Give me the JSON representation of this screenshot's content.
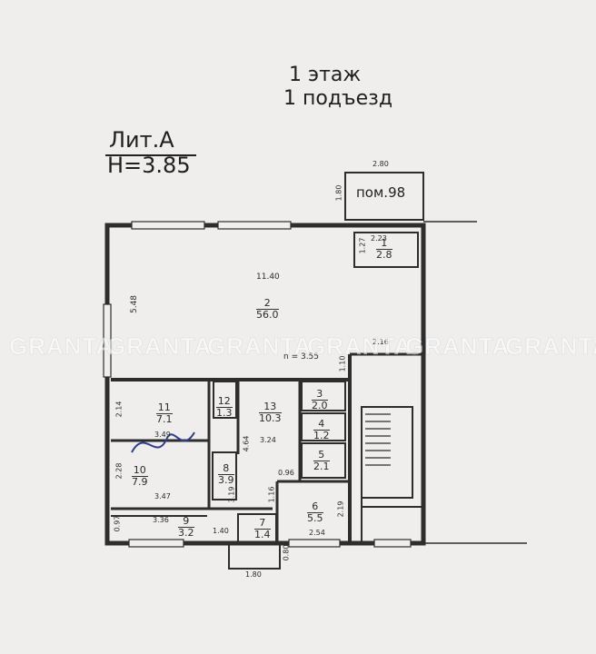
{
  "header": {
    "floor": "1 этаж",
    "entrance": "1 подъезд",
    "lit": "Лит.А",
    "height": "H=3.85"
  },
  "watermark": "GRANTA",
  "dimensions": {
    "top_width": "2.80",
    "top_height": "1.80",
    "room98": "пом.98",
    "r1_w": "2.23",
    "r1_h": "1.27",
    "r2_w": "11.40",
    "r2_h": "5.48",
    "ceiling": "n = 3.55",
    "corr_h": "1.10",
    "small_h": "2.16",
    "r11_h": "2.14",
    "r11_w": "3.49",
    "r10_h": "2.28",
    "r10_w": "3.47",
    "r13_len": "4.64",
    "r13_w": "3.24",
    "r9_w": "3.36",
    "r9_h": "0.97",
    "d_140": "1.40",
    "d_319": "3.19",
    "d_116": "1.16",
    "d_096": "0.96",
    "r6_w": "2.54",
    "r6_h": "2.19",
    "bottom_h": "0.80",
    "bottom_w": "1.80"
  },
  "rooms": [
    {
      "num": "1",
      "area": "2.8"
    },
    {
      "num": "2",
      "area": "56.0"
    },
    {
      "num": "3",
      "area": "2.0"
    },
    {
      "num": "4",
      "area": "1.2"
    },
    {
      "num": "5",
      "area": "2.1"
    },
    {
      "num": "6",
      "area": "5.5"
    },
    {
      "num": "7",
      "area": "1.4"
    },
    {
      "num": "8",
      "area": "3.9"
    },
    {
      "num": "9",
      "area": "3.2"
    },
    {
      "num": "10",
      "area": "7.9"
    },
    {
      "num": "11",
      "area": "7.1"
    },
    {
      "num": "12",
      "area": "1.3"
    },
    {
      "num": "13",
      "area": "10.3"
    }
  ]
}
